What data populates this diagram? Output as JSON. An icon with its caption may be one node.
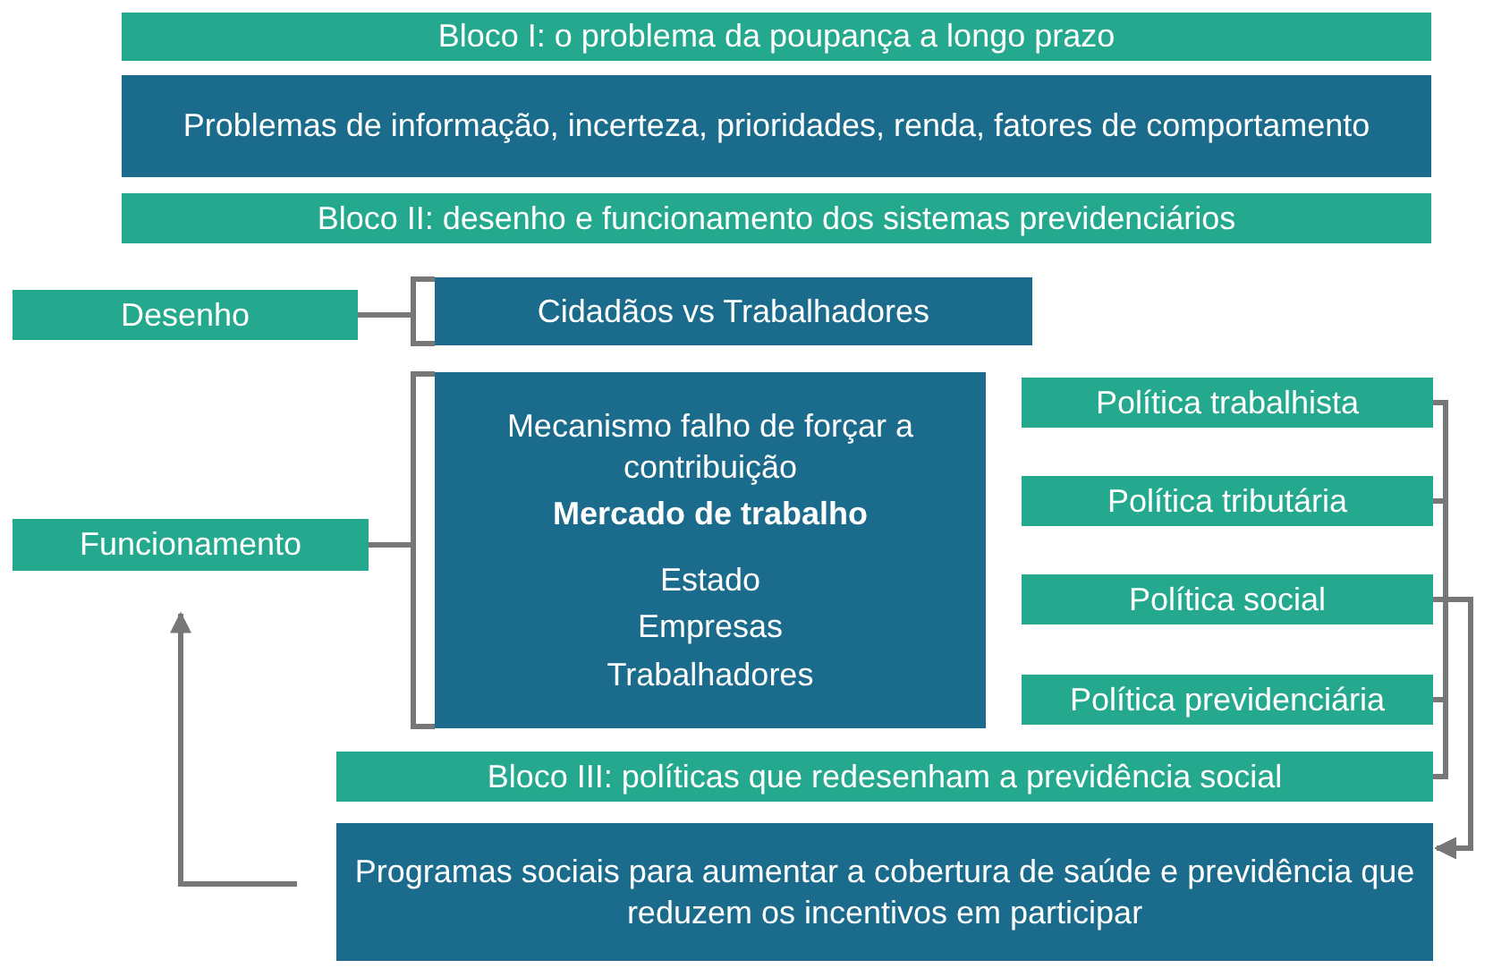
{
  "diagram": {
    "nodes": [
      {
        "text": [
          "Bloco I: o problema da poupança a longo prazo"
        ]
      },
      {
        "text": [
          "Problemas de informação, incerteza, prioridades, renda, fatores de comportamento"
        ]
      },
      {
        "text": [
          "Bloco II: desenho e funcionamento dos sistemas previdenciários"
        ]
      },
      {
        "text": [
          "Desenho"
        ]
      },
      {
        "text": [
          "Cidadãos vs Trabalhadores"
        ]
      },
      {
        "text": [
          "Funcionamento"
        ]
      },
      {
        "text": [
          "Mecanismo falho de forçar a contribuição",
          "Mercado de trabalho",
          "Estado",
          "Empresas",
          "Trabalhadores"
        ]
      },
      {
        "text": [
          "Política trabalhista"
        ]
      },
      {
        "text": [
          "Política tributária"
        ]
      },
      {
        "text": [
          "Política social"
        ]
      },
      {
        "text": [
          "Política previdenciária"
        ]
      },
      {
        "text": [
          "Bloco III: políticas que redesenham a previdência social"
        ]
      },
      {
        "text": [
          "Programas sociais para aumentar a cobertura de saúde e previdência que reduzem os incentivos em participar"
        ]
      }
    ],
    "edges": [
      {
        "from": 3,
        "to": 4,
        "arrow": "none"
      },
      {
        "from": 5,
        "to": 6,
        "arrow": "none"
      },
      {
        "from": 7,
        "to": 12,
        "arrow": "to"
      },
      {
        "from": 8,
        "to": 12,
        "arrow": "to"
      },
      {
        "from": 9,
        "to": 12,
        "arrow": "to"
      },
      {
        "from": 10,
        "to": 12,
        "arrow": "to"
      },
      {
        "from": 11,
        "to": 12,
        "arrow": "to"
      },
      {
        "from": 12,
        "to": 5,
        "arrow": "to"
      }
    ]
  }
}
